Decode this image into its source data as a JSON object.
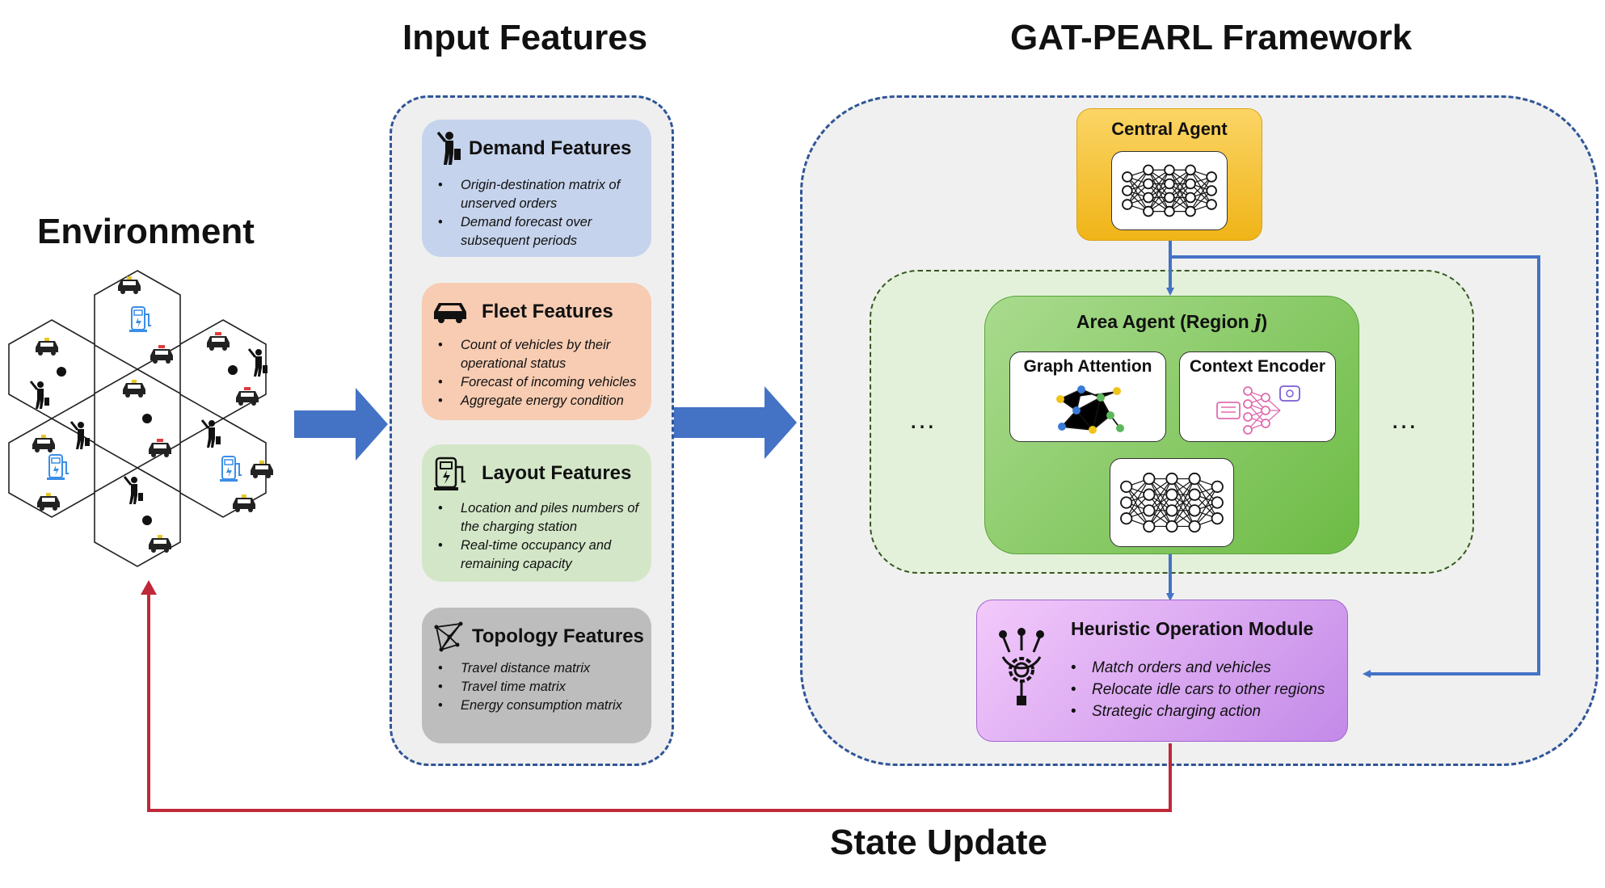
{
  "titles": {
    "input": "Input Features",
    "framework": "GAT-PEARL Framework",
    "environment": "Environment",
    "state_update": "State Update"
  },
  "input_features": [
    {
      "key": "demand",
      "title": "Demand Features",
      "icon": "person-hailing-icon",
      "color": "#c5d3ec",
      "bullets": [
        "Origin-destination matrix of unserved orders",
        "Demand forecast over subsequent periods"
      ]
    },
    {
      "key": "fleet",
      "title": "Fleet Features",
      "icon": "car-icon",
      "color": "#f7ccb2",
      "bullets": [
        "Count of vehicles by their operational status",
        "Forecast of incoming vehicles",
        "Aggregate energy condition"
      ]
    },
    {
      "key": "layout",
      "title": "Layout Features",
      "icon": "charging-station-icon",
      "color": "#d3e7c8",
      "bullets": [
        "Location and piles numbers of the charging station",
        "Real-time occupancy and remaining capacity"
      ]
    },
    {
      "key": "topology",
      "title": "Topology Features",
      "icon": "network-icon",
      "color": "#bdbdbd",
      "bullets": [
        "Travel distance matrix",
        "Travel time matrix",
        "Energy consumption matrix"
      ]
    }
  ],
  "framework": {
    "central_agent": "Central Agent",
    "area_agent": "Area Agent (Region ",
    "area_agent_var": "j",
    "area_agent_close": ")",
    "graph_attention": "Graph Attention",
    "context_encoder": "Context Encoder",
    "ellipsis_left": "…",
    "ellipsis_right": "…",
    "heuristic": {
      "title": "Heuristic Operation Module",
      "bullets": [
        "Match orders and vehicles",
        "Relocate idle cars to other regions",
        "Strategic charging action"
      ]
    }
  },
  "colors": {
    "blue_arrow": "#4472c4",
    "red_arrow": "#c0283a",
    "dash_blue": "#2f5597",
    "dash_green": "#375623",
    "central_fill": "#f6c443",
    "area_fill": "#7cc25a",
    "heuristic_fill": "#d69bf0"
  }
}
